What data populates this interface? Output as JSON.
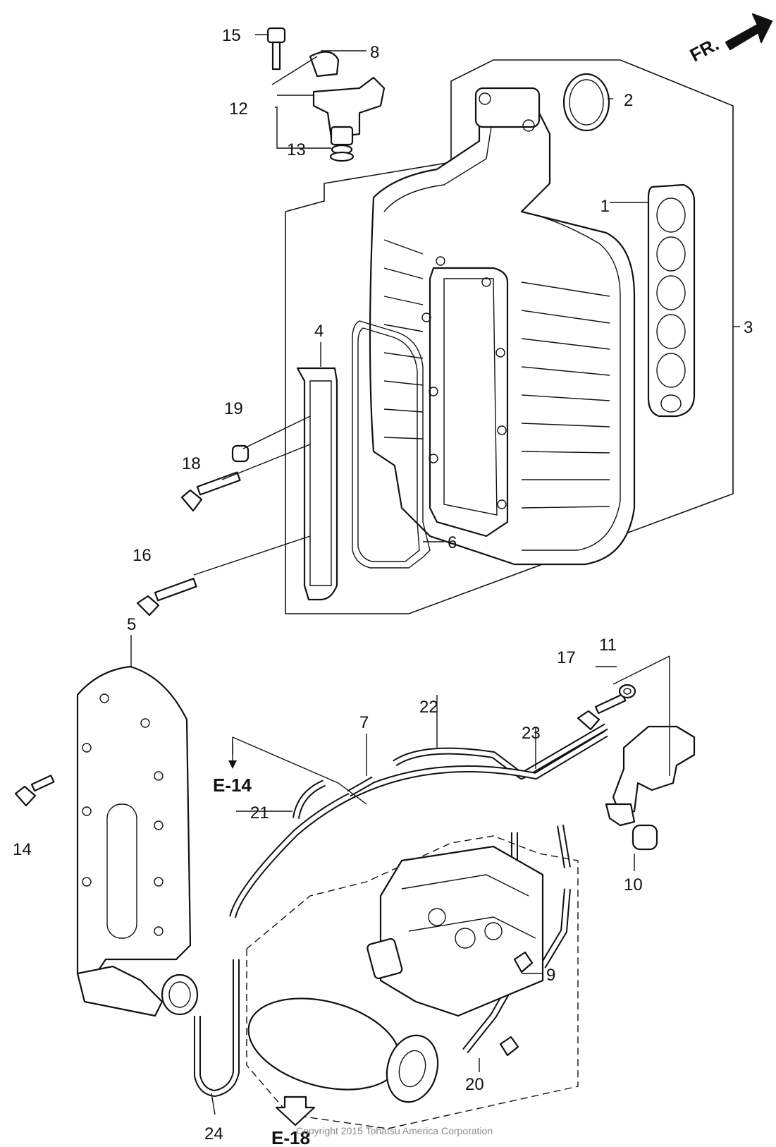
{
  "diagram": {
    "callouts": [
      "1",
      "2",
      "3",
      "4",
      "5",
      "6",
      "7",
      "8",
      "9",
      "10",
      "11",
      "12",
      "13",
      "14",
      "15",
      "16",
      "17",
      "18",
      "19",
      "20",
      "21",
      "22",
      "23",
      "24"
    ],
    "direction_label": "FR.",
    "references": [
      "E-14",
      "E-18"
    ],
    "copyright": "Copyright 2015 Tohatsu America Corporation"
  }
}
